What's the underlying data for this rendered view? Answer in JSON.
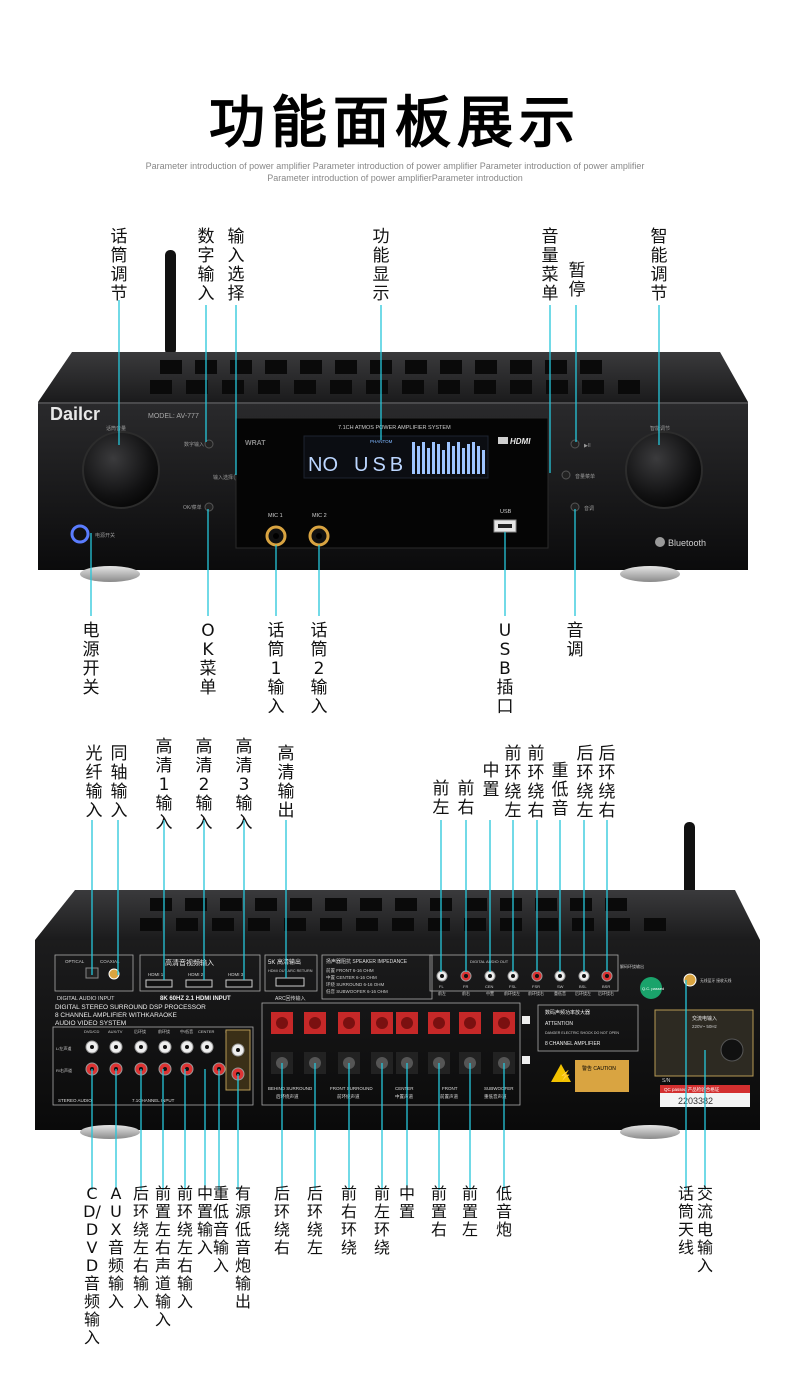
{
  "title": "功能面板展示",
  "subtitle_line1": "Parameter introduction of power amplifier Parameter introduction of power amplifier Parameter introduction of power amplifier",
  "subtitle_line2": "Parameter introduction of power amplifierParameter introduction",
  "front": {
    "labels_top": [
      "话筒调节",
      "数字输入",
      "输入选择",
      "功能显示",
      "音量菜单",
      "暂停",
      "智能调节"
    ],
    "labels_bottom": [
      "电源开关",
      "OK菜单",
      "话筒1输入",
      "话筒2输入",
      "USB插口",
      "音调"
    ],
    "panel": {
      "brand": "Dailcr",
      "model": "MODEL: AV-777",
      "system_title": "7.1CH ATMOS POWER AMPLIFIER SYSTEM",
      "display_left": "NO",
      "display_mid": "USB",
      "display_tag": "PHANTOM",
      "hdmi": "HDMI",
      "mic1": "MIC 1",
      "mic2": "MIC 2",
      "usb": "USB",
      "bluetooth": "Bluetooth",
      "btn_mic_vol": "话筒音量",
      "btn_digital": "数字输入",
      "btn_input": "输入选择",
      "btn_ok": "OK/菜单",
      "btn_menu": "音量菜单",
      "btn_pause": "▶II",
      "btn_tone": "音调",
      "btn_smart": "智能调节",
      "power": "电源开关"
    }
  },
  "rear": {
    "labels_top": [
      "光纤输入",
      "同轴输入",
      "高清1输入",
      "高清2输入",
      "高清3输入",
      "高清输出",
      "前左",
      "前右",
      "中置",
      "前环绕左",
      "前环绕右",
      "重低音",
      "后环绕左",
      "后环绕右"
    ],
    "labels_bottom": [
      "CD/DVD音频输入",
      "AUX音频输入",
      "后环绕左右输入",
      "前置左右声道输入",
      "前环绕左右输入",
      "中置输入",
      "重低音输入",
      "有源低音炮输出",
      "后环绕右",
      "后环绕左",
      "前右环绕",
      "前左环绕",
      "中置",
      "前置右",
      "前置左",
      "低音炮",
      "话筒天线",
      "交流电输入"
    ],
    "panel": {
      "digital_audio_input": "DIGITAL AUDIO INPUT",
      "optical": "OPTICAL",
      "coaxial": "COAXIAL",
      "hdmi_group": "高清音视频输入",
      "hdmi1": "HDMI 1",
      "hdmi2": "HDMI 2",
      "hdmi3": "HDMI 3",
      "hdmi_input": "8K 60HZ 2.1 HDMI INPUT",
      "hdmi_out_head": "5K 高清输出",
      "hdmi_out": "HDMI OUT ARC RETURN",
      "arc": "ARC回传输入",
      "impedance_title": "扬声器阻抗  SPEAKER IMPEDANCE",
      "impedance_rows": [
        "前置 FRONT   6-16 OHM",
        "中置 CENTER   6-16 OHM",
        "环绕 SURROUND   6-16 OHM",
        "低音 SUBWOOFER   6-16 OHM"
      ],
      "desc1": "DIGITAL STEREO SURROUND DSP PROCESSOR",
      "desc2": "8 CHANNEL AMPLIFIER WITHKARAOKE",
      "desc3": "AUDIO VIDEO SYSTEM",
      "digital_audio_out": "DIGITAL AUDIO OUT",
      "out_labels": [
        "FL",
        "FR",
        "CEN",
        "FSL",
        "FSR",
        "SW",
        "BSL",
        "BSR"
      ],
      "out_cn": [
        "前左",
        "前右",
        "中置",
        "前环绕左",
        "前环绕右",
        "重低音",
        "后环绕左",
        "后环绕右"
      ],
      "decode": "解码环绕输出",
      "qc": "Q.C. passed",
      "spk_groups": [
        "BEHIND SURROUND",
        "FRONT SURROUND",
        "CENTER",
        "FRONT",
        "SUBWOOFER"
      ],
      "spk_groups_cn": [
        "后环绕声道",
        "前环绕声道",
        "中置声道",
        "前置声道",
        "重低音声道"
      ],
      "warn1": "数码声频功率放大器",
      "warn2": "ATTENTION",
      "warn3": "DANGER ELECTRIC SHOCK DO NOT OPEN",
      "warn4": "8 CHANNEL AMPLIFIER",
      "caution": "警告 CAUTION",
      "ac_input": "交流电输入",
      "ac_spec": "220V~ 50Hz",
      "sn_label": "S/N",
      "sn": "2203382",
      "qc_line": "QC passed  产品检验合格证",
      "stereo_audio": "STEREO AUDIO",
      "channel_input": "7.1CHANNEL INPUT",
      "rca_groups": [
        "DVD/CD",
        "AUX/TV",
        "后环绕",
        "前环绕",
        "中/低音",
        "CENTER",
        "SW"
      ],
      "rca_left": "L/左声道",
      "rca_right": "R/右声道",
      "bt_label": "无线蓝牙 接收天线"
    }
  }
}
